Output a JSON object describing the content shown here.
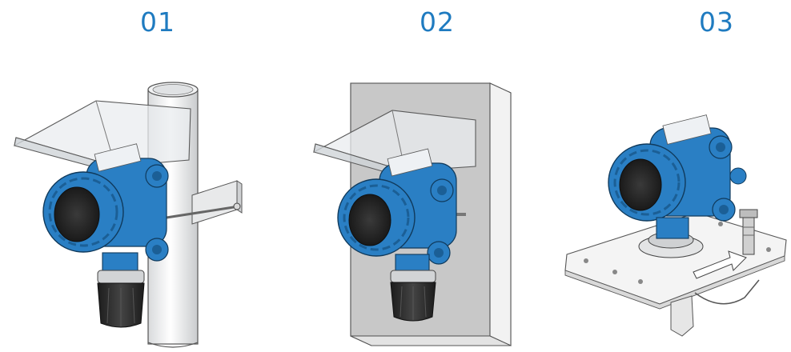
{
  "colors": {
    "accent": "#1f7bc0",
    "housing_blue": "#2a7fc4",
    "housing_dark": "#1b5f96",
    "cap_black": "#262626"
  },
  "steps": [
    {
      "number": "01",
      "icon": "pipe-mount-with-sun-shield-icon"
    },
    {
      "number": "02",
      "icon": "wall-mount-with-sun-shield-icon"
    },
    {
      "number": "03",
      "icon": "duct-mount-plate-icon"
    }
  ]
}
